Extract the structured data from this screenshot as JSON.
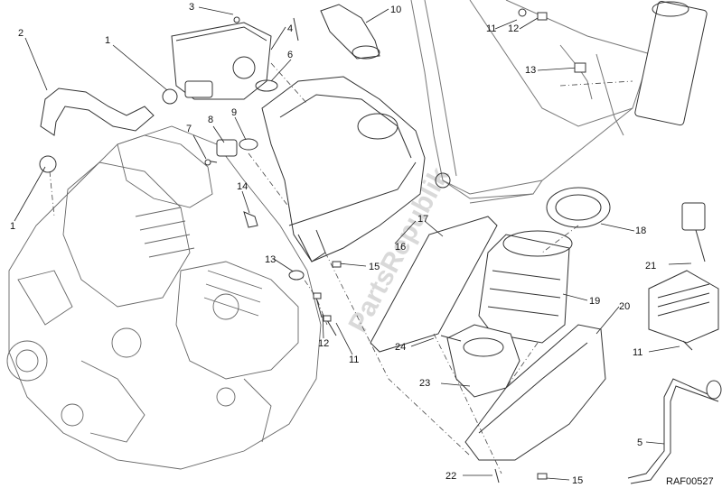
{
  "diagram": {
    "reference_code": "RAF00527",
    "watermark": "PartsRepublik",
    "callouts": [
      "1",
      "2",
      "3",
      "4",
      "5",
      "6",
      "7",
      "8",
      "9",
      "10",
      "11",
      "12",
      "13",
      "14",
      "15",
      "16",
      "17",
      "18",
      "19",
      "20",
      "21",
      "22",
      "23",
      "24"
    ]
  }
}
